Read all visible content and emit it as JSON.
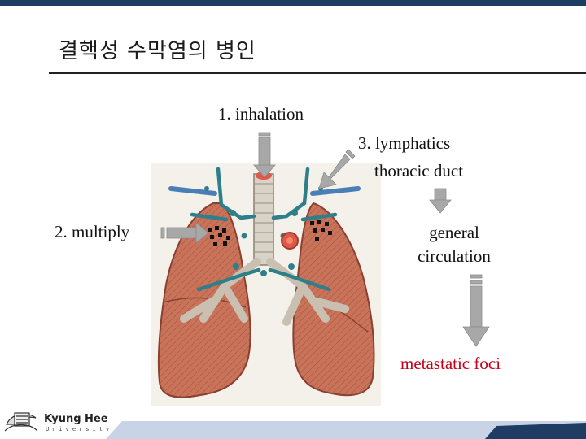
{
  "title": "결핵성 수막염의 병인",
  "labels": {
    "inhalation": "1. inhalation",
    "lymphatics": "3. lymphatics",
    "thoracic_duct": "thoracic duct",
    "multiply": "2. multiply",
    "general": "general",
    "circulation": "circulation",
    "metastatic": "metastatic foci"
  },
  "logo": {
    "name": "Kyung Hee",
    "sub": "University"
  },
  "colors": {
    "top_bar": "#1f3d63",
    "bottom_bar": "#1f3d63",
    "accent_text": "#c4001a",
    "arrow_gray": "#a8a8a8",
    "lung_fill": "#c9745a",
    "airway": "#d9d2c6",
    "vessels": "#2f7f8a"
  }
}
